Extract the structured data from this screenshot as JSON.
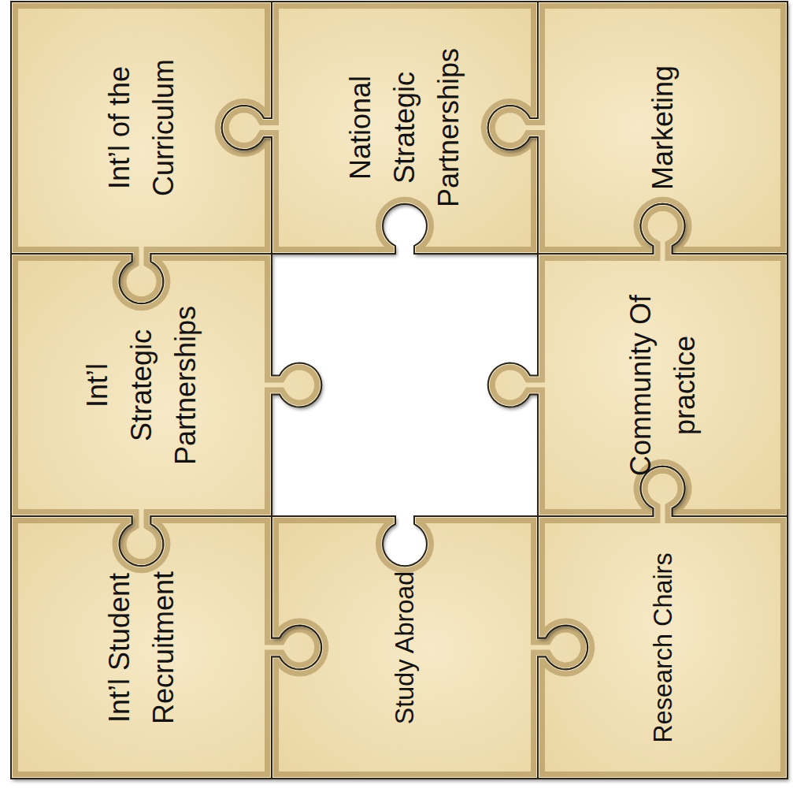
{
  "diagram": {
    "nodes": [
      {
        "text": [
          "Int’l of the Curriculum"
        ]
      },
      {
        "text": [
          "National Strategic Partnerships"
        ]
      },
      {
        "text": [
          "Marketing"
        ]
      },
      {
        "text": [
          "Int’l Strategic Partnerships"
        ]
      },
      {
        "text": [
          "Community Of practice"
        ]
      },
      {
        "text": [
          "Int’l Student Recruitment"
        ]
      },
      {
        "text": [
          "Study Abroad"
        ]
      },
      {
        "text": [
          "Research Chairs"
        ]
      }
    ]
  }
}
